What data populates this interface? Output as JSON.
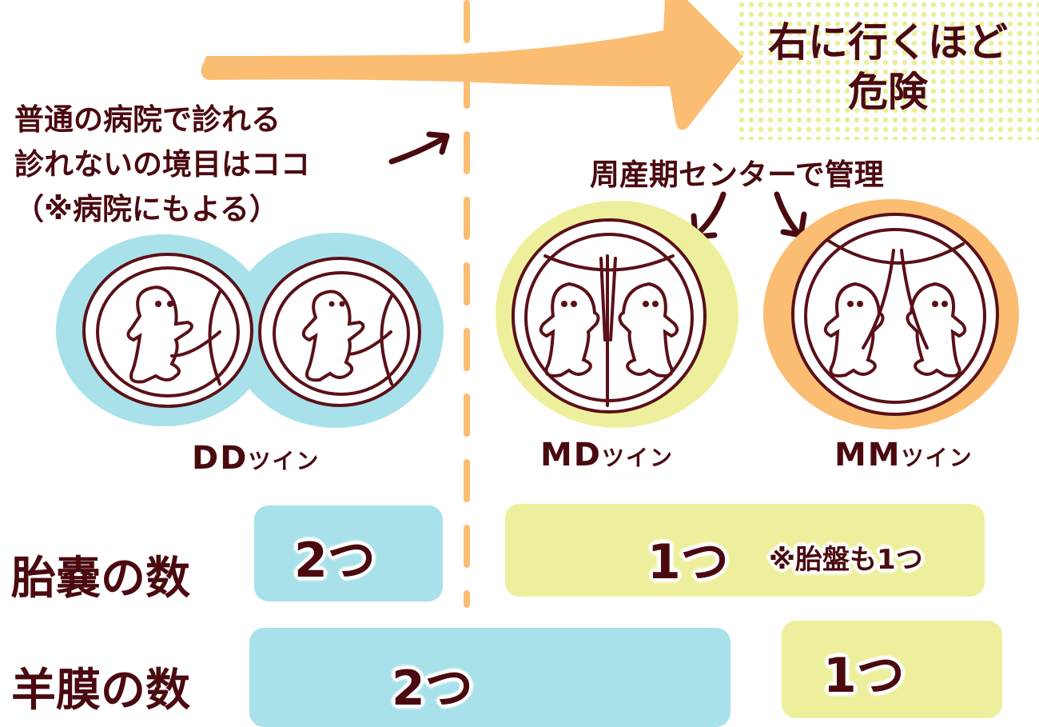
{
  "header": {
    "danger_line1": "右に行くほど",
    "danger_line2": "危険",
    "arrow_color": "#fbbd72",
    "danger_box_dot_color": "#ecee9a"
  },
  "boundary_note": {
    "line1": "普通の病院で診れる",
    "line2": "診れないの境目はココ",
    "line3": "（※病院にもよる）",
    "dash_color": "#fbbd72"
  },
  "perinatal_note": "周産期センターで管理",
  "twin_types": [
    {
      "code": "DD",
      "suffix": "ツイン",
      "color": "#a8e1ea",
      "fetuses": 2
    },
    {
      "code": "MD",
      "suffix": "ツイン",
      "color": "#eeef9c",
      "fetuses": 2
    },
    {
      "code": "MM",
      "suffix": "ツイン",
      "color": "#fbbd72",
      "fetuses": 2
    }
  ],
  "rows": {
    "gestational_sac": {
      "label": "胎嚢の数",
      "dd_value": "2つ",
      "md_mm_value": "1つ",
      "md_mm_note": "※胎盤も1つ"
    },
    "amnion": {
      "label": "羊膜の数",
      "dd_md_value": "2つ",
      "mm_value": "1つ"
    }
  },
  "colors": {
    "text": "#4a0a0f",
    "blue": "#a8e1ea",
    "yellow": "#eeef9c",
    "orange": "#fbbd72"
  }
}
